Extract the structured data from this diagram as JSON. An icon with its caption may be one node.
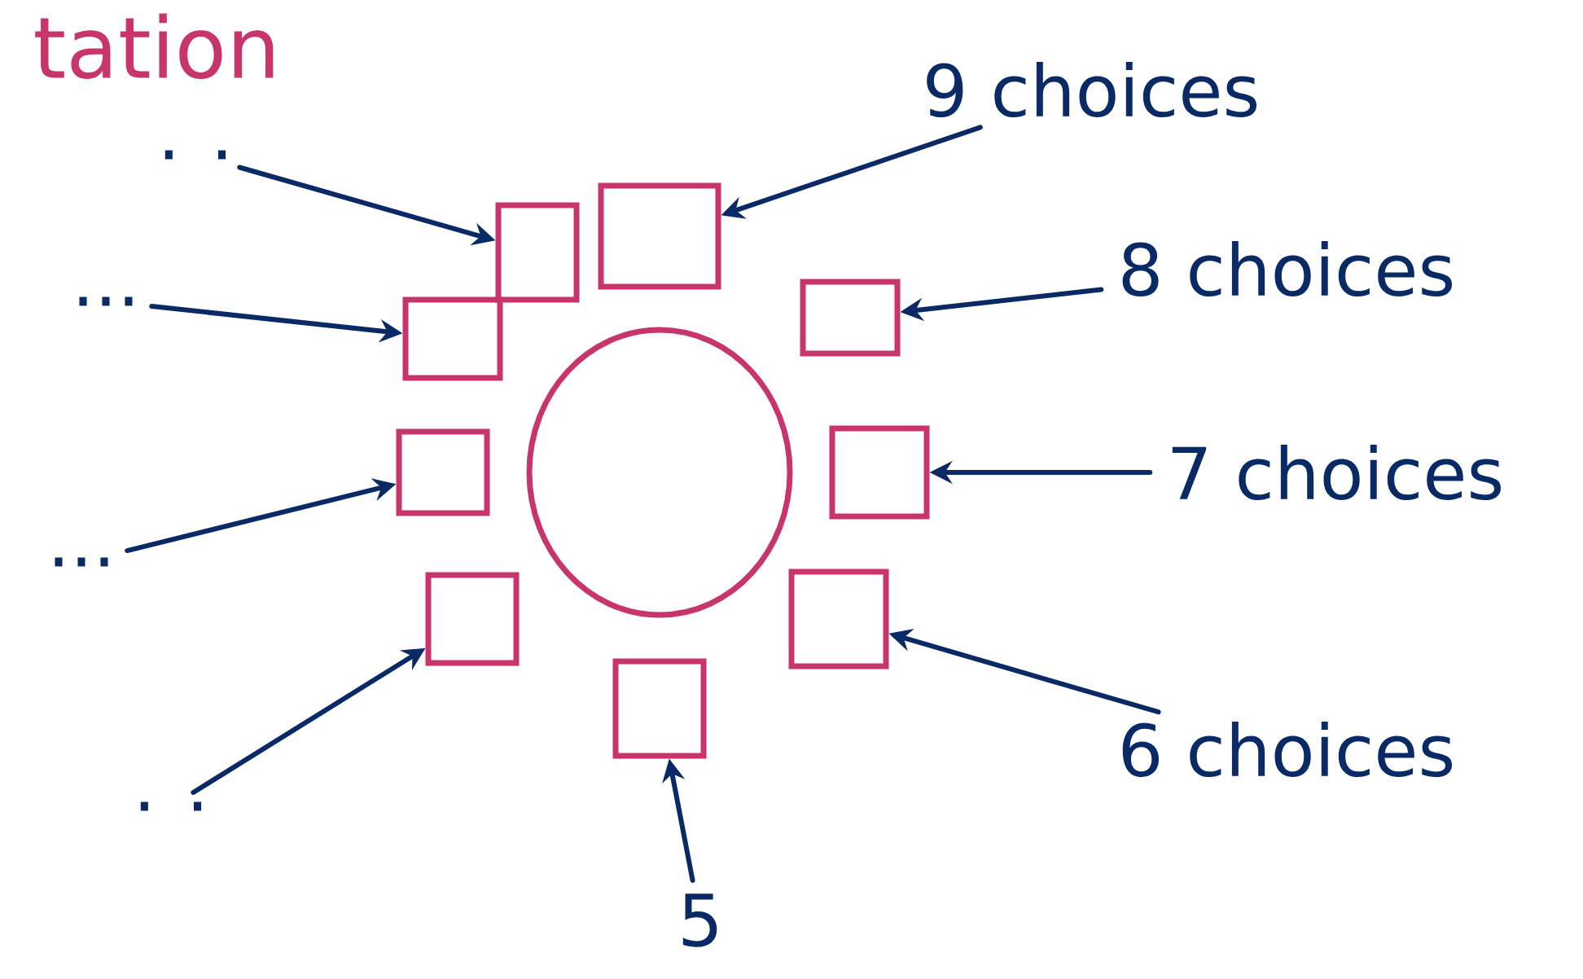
{
  "diagram": {
    "title": "tation",
    "nodes": [
      {
        "text": [
          "9 choices"
        ]
      },
      {
        "text": [
          "8 choices"
        ]
      },
      {
        "text": [
          "7 choices"
        ]
      },
      {
        "text": [
          "6 choices"
        ]
      },
      {
        "text": [
          "5"
        ]
      },
      {
        "text": [
          ". ."
        ]
      },
      {
        "text": [
          "..."
        ]
      },
      {
        "text": [
          "..."
        ]
      },
      {
        "text": [
          ". ."
        ]
      },
      {
        "text": [],
        "shape": "circle"
      },
      {
        "text": [],
        "shape": "box"
      },
      {
        "text": [],
        "shape": "box"
      },
      {
        "text": [],
        "shape": "box"
      },
      {
        "text": [],
        "shape": "box"
      },
      {
        "text": [],
        "shape": "box"
      },
      {
        "text": [],
        "shape": "box"
      },
      {
        "text": [],
        "shape": "box"
      },
      {
        "text": [],
        "shape": "box"
      },
      {
        "text": [],
        "shape": "box"
      }
    ],
    "edges": [
      {
        "from": 0,
        "to": 10,
        "arrow": "to"
      },
      {
        "from": 1,
        "to": 12,
        "arrow": "to"
      },
      {
        "from": 2,
        "to": 15,
        "arrow": "to"
      },
      {
        "from": 3,
        "to": 17,
        "arrow": "to"
      },
      {
        "from": 4,
        "to": 18,
        "arrow": "to"
      },
      {
        "from": 5,
        "to": 11,
        "arrow": "to"
      },
      {
        "from": 6,
        "to": 13,
        "arrow": "to"
      },
      {
        "from": 7,
        "to": 14,
        "arrow": "to"
      },
      {
        "from": 8,
        "to": 16,
        "arrow": "to"
      }
    ]
  }
}
